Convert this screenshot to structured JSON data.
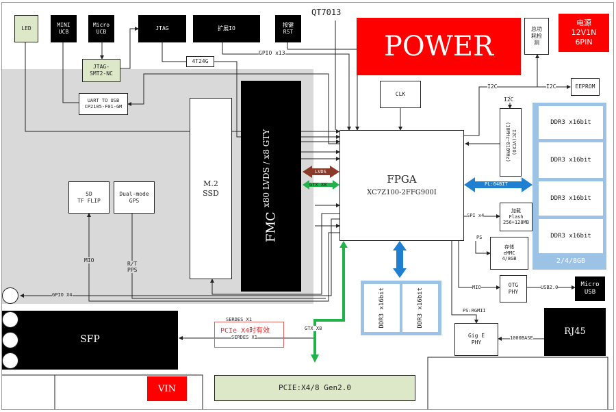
{
  "title": "QT7013",
  "power": {
    "label": "POWER",
    "supply": "电源\n12V1N\n6PIN"
  },
  "top_row": {
    "led": "LED",
    "mini_usb": "MINI\nUCB",
    "micro_usb": "Micro\nUCB",
    "jtag": "JTAG",
    "ext_io": "扩展IO",
    "reset": "按键\nRST",
    "power_detect": "总功\n耗检\n测"
  },
  "jtag_mux": "JTAG-\nSMT2-NC",
  "jtag_4t": "4T24G",
  "uart": "UART TO USB\nCP2105-F01-GM",
  "gpio_label": "GPIO x13",
  "clk": "CLK",
  "i2c": {
    "left": "I2C",
    "right": "I2C",
    "vertical": "I2C",
    "eeprom": "EEPROM",
    "xo": "I2C(VCXO)\n(10MHz~810MHz)"
  },
  "fpga": {
    "name": "FPGA",
    "part": "XC7Z100-2FFG900I"
  },
  "fmc": {
    "name": "FMC",
    "spec": "x80 LVDS / x8 GTY"
  },
  "m2": "M.2\nSSD",
  "lvds_label": "LVDS",
  "gtx8_label": "GTX X8",
  "sd": "SD\nTF FLIP",
  "gps": "Dual-mode\nGPS",
  "mio_label": "MIO",
  "pps_label": "R/T\nPPS",
  "gpio4_label": "GPIO X4",
  "sfp": "SFP",
  "serdes1": "SERDES X1",
  "serdes2": "SERDES X1",
  "pcie_note": "PCIe X4时有效",
  "gtx8_bottom": "GTX X8",
  "pcie": "PCIE:X4/8 Gen2.0",
  "vin": "VIN",
  "ddr_right": {
    "chips": [
      "DDR3 x16bit",
      "DDR3 x16bit",
      "DDR3 x16bit",
      "DDR3 x16bit"
    ],
    "size": "2/4/8GB"
  },
  "pl_label": "PL:64BIT",
  "ddr_bottom": {
    "chips": [
      "DDR3 x16bit",
      "DDR3 x16bit"
    ]
  },
  "spi_label": "SPI x4",
  "flash": "加载\nFlash\n256+128MB",
  "ps_label": "PS",
  "emmc": "存储\neMMC\n4/8GB",
  "mio2_label": "MIO",
  "otg": "OTG\nPHY",
  "usb2": "USB2.0",
  "micro_usb_out": "Micro\nUSB",
  "ps_rgmii": "PS:RGMII",
  "gige": "Gig E\nPHY",
  "base1000": "1000BASE",
  "rj45": "RJ45",
  "colors": {
    "fpga_border": "#222",
    "power_red": "#ff0000",
    "ddr_blue": "#9cc3e6",
    "green_link": "#21b24a",
    "lvds_brown": "#8b3a2a",
    "pl_blue": "#1f7fd0",
    "gray_region": "#d9d9d9"
  }
}
